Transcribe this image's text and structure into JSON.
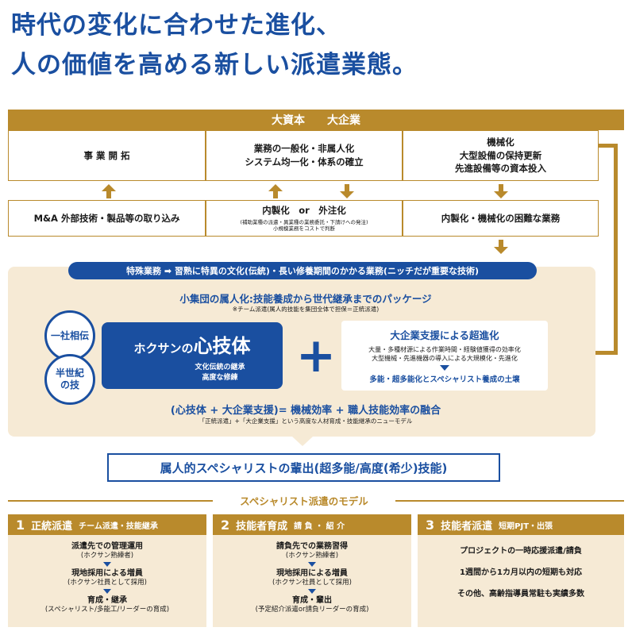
{
  "headline": {
    "line1": "時代の変化に合わせた進化、",
    "line2": "人の価値を高める新しい派遣業態。"
  },
  "big_company": {
    "header": "大資本　　大企業",
    "row1": [
      "事 業 開 拓",
      [
        "業務の一般化・非属人化",
        "システム均一化・体系の確立"
      ],
      [
        "機械化",
        "大型設備の保持更新",
        "先進設備等の資本投入"
      ]
    ],
    "row2": {
      "left": "M&A 外部技術・製品等の取り込み",
      "middle": {
        "title": "内製化　or　外注化",
        "note1": "(補助業種の派遣・異業種の業務委託・下請けへの発注)",
        "note2": "小規模業務をコストで判断"
      },
      "right": "内製化・機械化の困難な業務"
    }
  },
  "hokusan": {
    "special_pill": "特殊業務 ➡ 習熟に特異の文化(伝統)・長い修養期間のかかる業務(ニッチだが重要な技術)",
    "small_group": "小集団の属人化:技能養成から世代継承までのパッケージ",
    "team_note": "※チーム派遣(属人的技能を集団全体で担保＝正統派遣)",
    "circle1": [
      "一社相伝"
    ],
    "circle2": [
      "半世紀",
      "の技"
    ],
    "kokoro_prefix": "ホクサンの",
    "kokoro_main": "心技体",
    "kokoro_sub1": "文化伝統の継承",
    "kokoro_sub2": "高度な修練",
    "plus": "+",
    "support_title": "大企業支援による超進化",
    "support_line1": "大量・多種材源による作業時間・経験値獲得の効率化",
    "support_line2": "大型機械・先進機器の導入による大規模化・先進化",
    "support_bottom": "多能・超多能化とスペシャリスト養成の土壌",
    "formula": "(心技体 + 大企業支援)= 機械効率 + 職人技能効率の融合",
    "formula_note": "「正統派遣」+「大企業支援」という高度な人材育成・技能継承のニューモデル"
  },
  "result": "属人的スペシャリストの輩出(超多能/高度(希少)技能)",
  "models": {
    "title": "スペシャリスト派遣のモデル",
    "items": [
      {
        "num": "1",
        "title": "正統派遣",
        "sub": "チーム派遣・技能継承",
        "steps": [
          {
            "main": "派遣先での管理運用",
            "note": "(ホクサン熟練者)"
          },
          {
            "main": "現地採用による増員",
            "note": "(ホクサン社員として採用)"
          },
          {
            "main": "育成・継承",
            "note": "(スペシャリスト/多能工/リーダーの育成)"
          }
        ]
      },
      {
        "num": "2",
        "title": "技能者育成",
        "sub": "請 負 ・ 紹 介",
        "steps": [
          {
            "main": "請負先での業務習得",
            "note": "(ホクサン熟練者)"
          },
          {
            "main": "現地採用による増員",
            "note": "(ホクサン社員として採用)"
          },
          {
            "main": "育成・輩出",
            "note": "(予定紹介派遣or請負リーダーの育成)"
          }
        ]
      },
      {
        "num": "3",
        "title": "技能者派遣",
        "sub": "短期PJT・出張",
        "lines": [
          "プロジェクトの一時応援派遣/請負",
          "1週間から1カ月以内の短期も対応",
          "その他、高齢指導員常駐も実績多数"
        ]
      }
    ]
  }
}
